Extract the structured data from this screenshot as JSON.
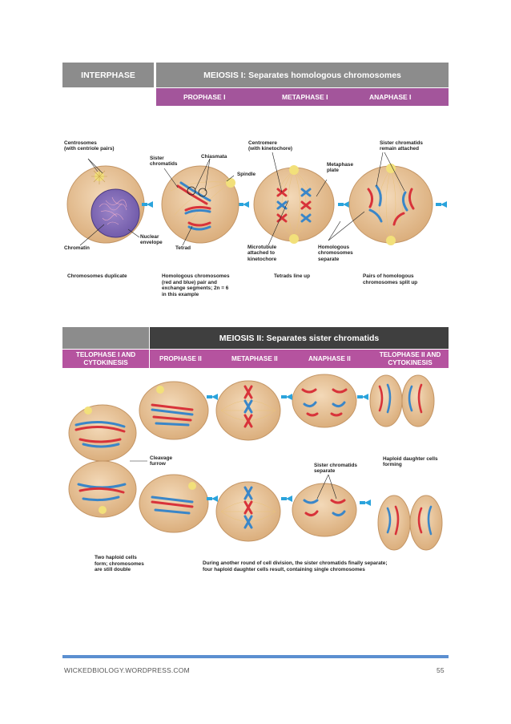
{
  "top_header": {
    "interphase": "INTERPHASE",
    "meiosis1": "MEIOSIS I: Separates homologous chromosomes",
    "prophase1": "PROPHASE I",
    "metaphase1": "METAPHASE I",
    "anaphase1": "ANAPHASE I"
  },
  "top_labels": {
    "centrosomes": "Centrosomes\n(with centriole pairs)",
    "sister_chromatids": "Sister\nchromatids",
    "chiasmata": "Chiasmata",
    "spindle": "Spindle",
    "centromere": "Centromere\n(with kinetochore)",
    "metaphase_plate": "Metaphase\nplate",
    "sister_attached": "Sister chromatids\nremain attached",
    "chromatin": "Chromatin",
    "nuclear_envelope": "Nuclear\nenvelope",
    "tetrad": "Tetrad",
    "microtubule": "Microtubule\nattached to\nkinetochore",
    "homologous_sep": "Homologous\nchromosomes\nseparate"
  },
  "top_captions": {
    "c1": "Chromosomes duplicate",
    "c2": "Homologous chromosomes\n(red and blue) pair and\nexchange segments; 2n = 6\nin this example",
    "c3": "Tetrads line up",
    "c4": "Pairs of homologous\nchromosomes split up"
  },
  "bottom_header": {
    "meiosis2": "MEIOSIS II: Separates sister chromatids",
    "telophase1": "TELOPHASE I AND\nCYTOKINESIS",
    "prophase2": "PROPHASE II",
    "metaphase2": "METAPHASE II",
    "anaphase2": "ANAPHASE II",
    "telophase2": "TELOPHASE II AND\nCYTOKINESIS"
  },
  "bottom_labels": {
    "cleavage": "Cleavage\nfurrow",
    "sister_sep": "Sister chromatids\nseparate",
    "haploid": "Haploid daughter cells\nforming"
  },
  "bottom_captions": {
    "c1": "Two haploid cells\nform; chromosomes\nare still double",
    "c2": "During another round of cell division, the sister chromatids finally separate;\nfour haploid daughter cells result, containing single chromosomes"
  },
  "footer": {
    "site": "WICKEDBIOLOGY.WORDPRESS.COM",
    "page": "55"
  },
  "colors": {
    "cell_fill": "#e8c49a",
    "chrom_red": "#d8333a",
    "chrom_blue": "#3a86c8",
    "arrow": "#2aa3dc",
    "purple": "#a3559b",
    "gray": "#8c8c8c",
    "dark": "#3f3f3f",
    "footer_rule": "#5b8fd0"
  }
}
